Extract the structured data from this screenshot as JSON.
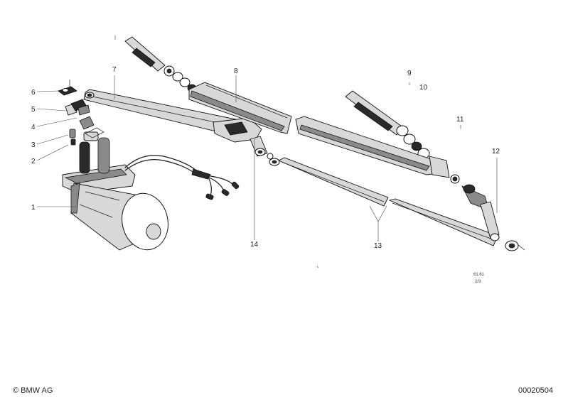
{
  "callouts": {
    "c1": "1",
    "c2": "2",
    "c3": "3",
    "c4": "4",
    "c5": "5",
    "c6": "6",
    "c7": "7",
    "c8": "8",
    "c9": "9",
    "c10": "10",
    "c11": "11",
    "c12": "12",
    "c13": "13",
    "c14": "14"
  },
  "stamp": {
    "line1": "61.61",
    "line2": "2/3"
  },
  "footer": {
    "copyright": "© BMW AG",
    "diagram_id": "00020504"
  }
}
